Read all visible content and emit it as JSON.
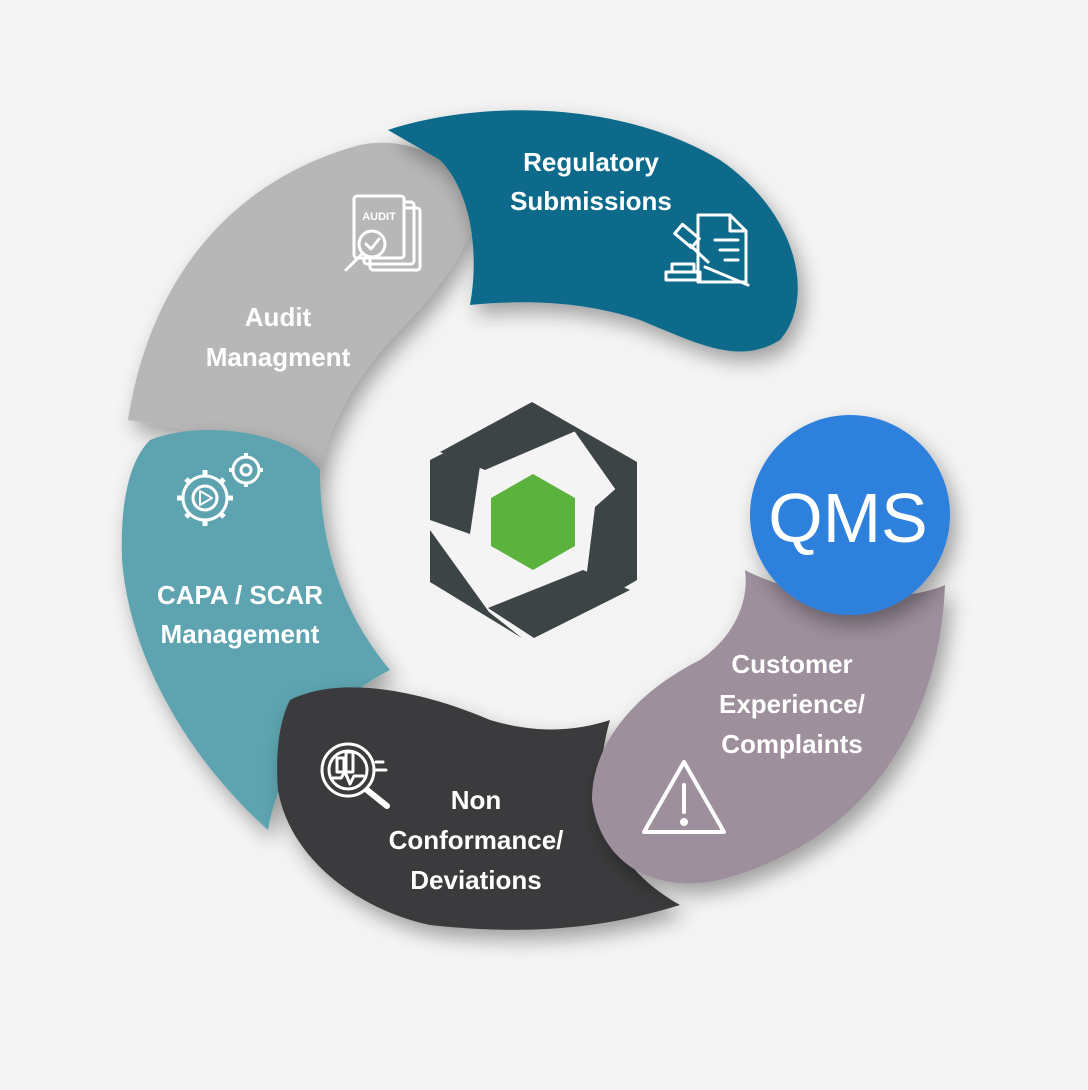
{
  "center_badge": {
    "label": "QMS"
  },
  "segments": [
    {
      "id": "regulatory",
      "lines": [
        "Regulatory",
        "Submissions"
      ],
      "color": "#0d6b8a",
      "icon": "gavel-document-icon"
    },
    {
      "id": "audit",
      "lines": [
        "Audit",
        "Managment"
      ],
      "color": "#b7b7b7",
      "icon": "audit-magnifier-icon"
    },
    {
      "id": "capa",
      "lines": [
        "CAPA / SCAR",
        "Management"
      ],
      "color": "#5da4b0",
      "icon": "gears-play-icon"
    },
    {
      "id": "nonconformance",
      "lines": [
        "Non",
        "Conformance/",
        "Deviations"
      ],
      "color": "#3a3b3c",
      "icon": "chart-magnifier-icon"
    },
    {
      "id": "complaints",
      "lines": [
        "Customer",
        "Experience/",
        "Complaints"
      ],
      "color": "#9d8f9c",
      "icon": "warning-triangle-icon"
    }
  ],
  "colors": {
    "background": "#f4f4f4",
    "qms_badge": "#2f80dd",
    "logo_dark": "#3d4446",
    "logo_green": "#5bb33e",
    "text": "#ffffff"
  }
}
